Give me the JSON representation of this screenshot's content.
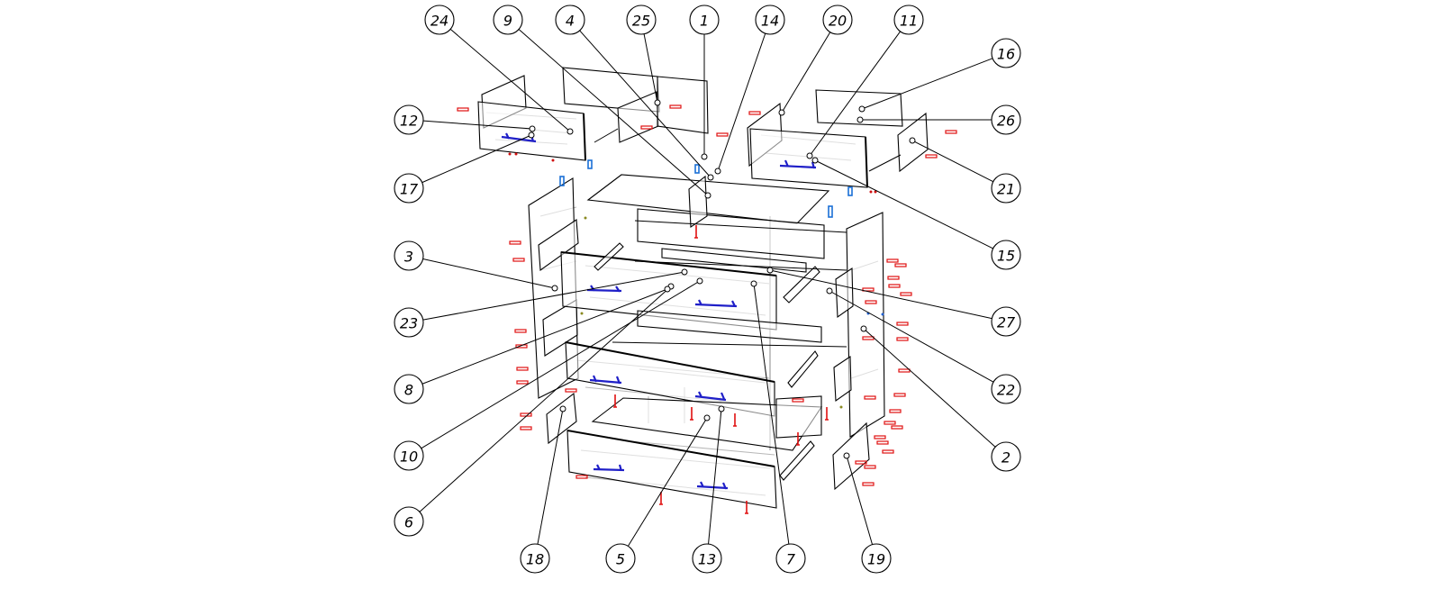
{
  "diagram": {
    "type": "exploded-assembly",
    "subject": "chest of drawers with top box drawers",
    "colors": {
      "outline": "#000000",
      "hidden_lines": "#b8b8b8",
      "handles": "#1f1fc8",
      "brackets": "#1a6fd6",
      "fasteners": "#e01010"
    },
    "callouts": [
      {
        "label": "24",
        "part": "top-left-drawer-back"
      },
      {
        "label": "9",
        "part": "center-shelf"
      },
      {
        "label": "4",
        "part": "center-divider"
      },
      {
        "label": "25",
        "part": "top-left-drawer-side"
      },
      {
        "label": "1",
        "part": "top-back-panel"
      },
      {
        "label": "14",
        "part": "center-upright"
      },
      {
        "label": "20",
        "part": "top-right-drawer-side"
      },
      {
        "label": "11",
        "part": "top-right-drawer-front"
      },
      {
        "label": "16",
        "part": "top-right-drawer-back"
      },
      {
        "label": "26",
        "part": "top-right-drawer-back-inner"
      },
      {
        "label": "21",
        "part": "top-right-drawer-side-right"
      },
      {
        "label": "15",
        "part": "top-right-drawer-handle"
      },
      {
        "label": "27",
        "part": "drawer-runner"
      },
      {
        "label": "22",
        "part": "inner-side-panel"
      },
      {
        "label": "2",
        "part": "right-side-panel"
      },
      {
        "label": "19",
        "part": "right-plinth"
      },
      {
        "label": "7",
        "part": "middle-drawer-side"
      },
      {
        "label": "13",
        "part": "bottom-drawer-handle"
      },
      {
        "label": "5",
        "part": "bottom-drawer-bottom"
      },
      {
        "label": "18",
        "part": "left-plinth"
      },
      {
        "label": "6",
        "part": "lower-drawer-side"
      },
      {
        "label": "10",
        "part": "drawer-bottom"
      },
      {
        "label": "8",
        "part": "drawer-handle"
      },
      {
        "label": "23",
        "part": "drawer-front-edge"
      },
      {
        "label": "3",
        "part": "left-side-panel"
      },
      {
        "label": "12",
        "part": "top-left-drawer-front"
      },
      {
        "label": "17",
        "part": "top-left-drawer-handle"
      }
    ]
  }
}
